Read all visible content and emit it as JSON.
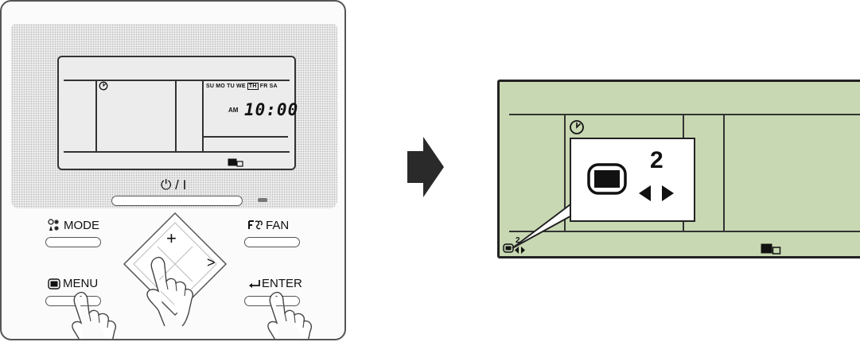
{
  "remote": {
    "display": {
      "days": [
        "SU",
        "MO",
        "TU",
        "WE",
        "TH",
        "FR",
        "SA"
      ],
      "highlighted_day": "TH",
      "ampm": "AM",
      "time": "10:00"
    },
    "power_label": "⏻ / I",
    "buttons": {
      "mode_label": "MODE",
      "fan_label": "FAN",
      "menu_label": "MENU",
      "enter_label": "ENTER",
      "plus_label": "+",
      "right_label": ">"
    }
  },
  "zoomed_display": {
    "menu_page": "2",
    "status_page": "2"
  },
  "icons": {
    "timer": "timer-icon",
    "menu": "menu-icon",
    "nav": "left-right-arrows-icon",
    "unit": "indoor-unit-icon",
    "pointer": "hand-pointer-icon",
    "next": "arrow-right-icon"
  }
}
